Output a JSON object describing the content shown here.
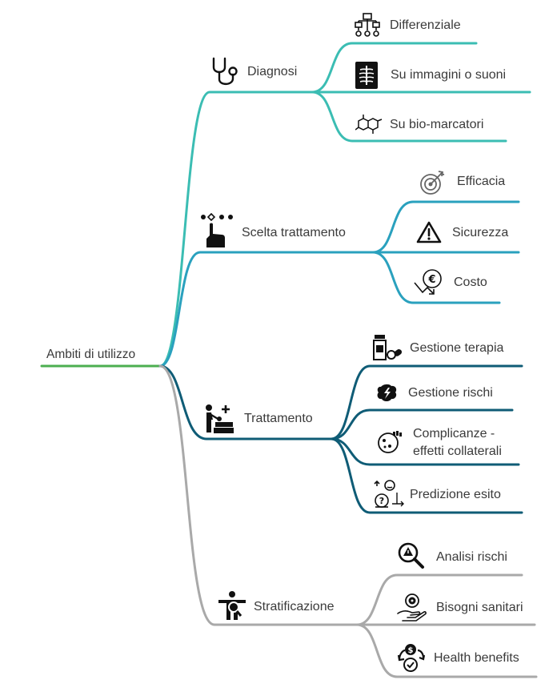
{
  "root": {
    "label": "Ambiti di utilizzo"
  },
  "colors": {
    "root": "#4caf50",
    "diagnosi": "#3bbdb3",
    "scelta": "#2aa1be",
    "trattamento": "#0f5c76",
    "stratificazione": "#a9a9a9",
    "icon": "#111111"
  },
  "branches": [
    {
      "id": "diagnosi",
      "label": "Diagnosi",
      "icon": "stethoscope-icon",
      "children": [
        {
          "label": "Differenziale",
          "icon": "flowchart-icon"
        },
        {
          "label": "Su immagini o suoni",
          "icon": "xray-icon"
        },
        {
          "label": "Su bio-marcatori",
          "icon": "molecule-icon"
        }
      ]
    },
    {
      "id": "scelta",
      "label": "Scelta trattamento",
      "icon": "hand-select-icon",
      "children": [
        {
          "label": "Efficacia",
          "icon": "target-icon"
        },
        {
          "label": "Sicurezza",
          "icon": "warning-icon"
        },
        {
          "label": "Costo",
          "icon": "euro-cost-icon"
        }
      ]
    },
    {
      "id": "trattamento",
      "label": "Trattamento",
      "icon": "treatment-icon",
      "children": [
        {
          "label": "Gestione terapia",
          "icon": "pills-icon"
        },
        {
          "label": "Gestione rischi",
          "icon": "brain-bolt-icon"
        },
        {
          "label": "Complicanze - effetti collaterali",
          "line1": "Complicanze -",
          "line2": "effetti collaterali",
          "icon": "bacteria-icon"
        },
        {
          "label": "Predizione esito",
          "icon": "prediction-icon"
        }
      ]
    },
    {
      "id": "stratificazione",
      "label": "Stratificazione",
      "icon": "person-scan-icon",
      "children": [
        {
          "label": "Analisi rischi",
          "icon": "risk-magnifier-icon"
        },
        {
          "label": "Bisogni sanitari",
          "icon": "care-hand-icon"
        },
        {
          "label": "Health benefits",
          "icon": "health-benefits-icon"
        }
      ]
    }
  ]
}
